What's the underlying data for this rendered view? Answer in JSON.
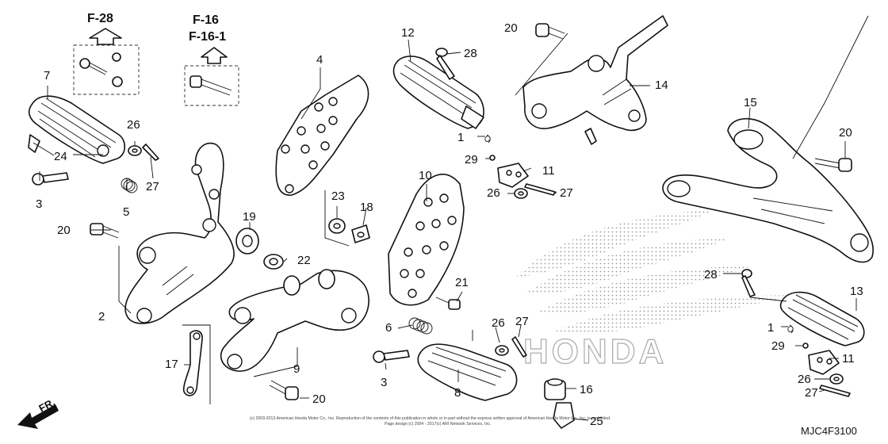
{
  "diagram": {
    "cross_refs": [
      "F-28",
      "F-16",
      "F-16-1"
    ],
    "direction_label": "FR.",
    "diagram_code": "MJC4F3100",
    "watermark_text": "HONDA",
    "copyright": {
      "line1": "(c) 2003-2013 American Honda Motor Co., Inc. Reproduction of the contents of this publication in whole or in part without the express written approval of American Honda Motor Co., Inc. is prohibited.",
      "line2": "Page design (c) 2004 - 2017(c) ARI Network Services, Inc."
    },
    "callouts": [
      "1",
      "1",
      "2",
      "3",
      "3",
      "4",
      "5",
      "6",
      "7",
      "8",
      "9",
      "10",
      "11",
      "11",
      "12",
      "13",
      "14",
      "15",
      "16",
      "17",
      "18",
      "19",
      "20",
      "20",
      "20",
      "20",
      "21",
      "22",
      "23",
      "24",
      "25",
      "26",
      "26",
      "26",
      "26",
      "27",
      "27",
      "27",
      "27",
      "28",
      "28",
      "29",
      "29"
    ]
  }
}
